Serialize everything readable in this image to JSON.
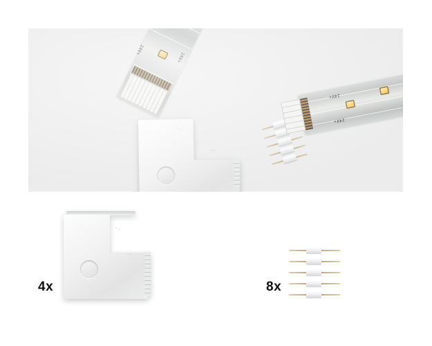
{
  "image": {
    "kind": "product-photo",
    "subject": "LED strip corner (L) connectors and 5-pin link connectors",
    "background_color": "#ffffff",
    "panel_color": "#ececec"
  },
  "photo_panel": {
    "name": "main-product-photo",
    "led_strip_left": {
      "label_top": "24V+",
      "label_bottom": "24V+",
      "led_color": "#ffd976"
    },
    "led_strip_right": {
      "label_top": "24V+",
      "label_bottom": "24V+",
      "led_color": "#ffd976"
    },
    "corner_connector": {
      "name": "l-corner-connector",
      "color": "#f2f2f2"
    },
    "pin_connector": {
      "name": "five-pin-connector",
      "pin_count": 5,
      "color": "#f0f2f3"
    }
  },
  "contents": [
    {
      "name": "corner-connector-item",
      "quantity_label": "4x",
      "item": "L corner connector",
      "pin_count": 0
    },
    {
      "name": "pin-connector-item",
      "quantity_label": "8x",
      "item": "5-pin link connector",
      "pin_count": 5
    }
  ]
}
